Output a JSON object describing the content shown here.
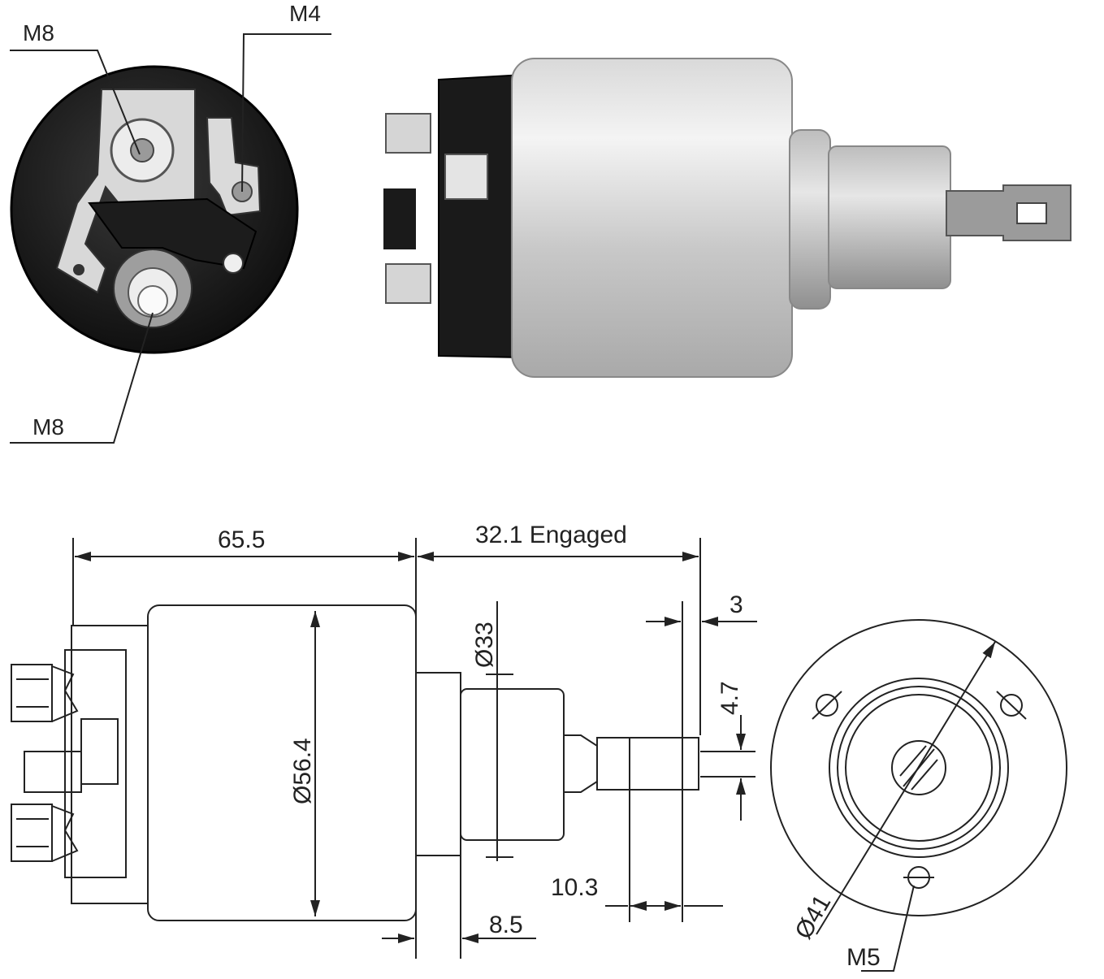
{
  "photo_labels": {
    "terminal_top": "M8",
    "terminal_small": "M4",
    "terminal_bottom": "M8"
  },
  "dimensions": {
    "body_length": "65.5",
    "plunger_travel": "32.1 Engaged",
    "diameter_step": "Ø33",
    "diameter_body": "Ø56.4",
    "tab_thickness": "3",
    "tab_width": "4.7",
    "tab_length": "10.3",
    "step_length": "8.5",
    "mount_diameter": "Ø41",
    "mount_thread": "M5"
  }
}
